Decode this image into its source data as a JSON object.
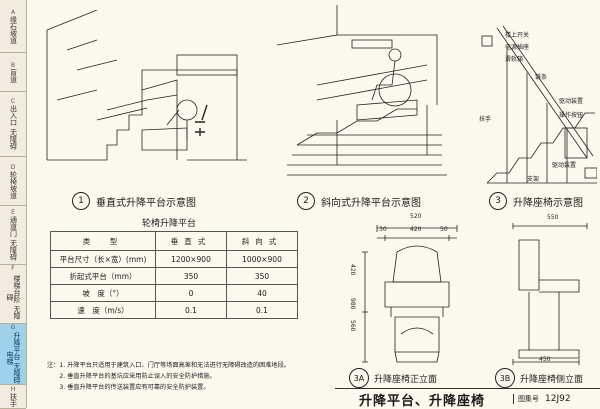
{
  "sidebar": {
    "tabs": [
      {
        "letter": "A",
        "text": "缘石坡道"
      },
      {
        "letter": "B",
        "text": "盲道"
      },
      {
        "letter": "C",
        "text": "出入口 无障碍"
      },
      {
        "letter": "D",
        "text": "轮椅坡道"
      },
      {
        "letter": "E",
        "text": "通道门 无障碍"
      },
      {
        "letter": "F",
        "text": "楼梯台阶 无障碍"
      },
      {
        "letter": "G",
        "text": "升降平台 无障碍电梯"
      },
      {
        "letter": "H",
        "text": "扶手"
      }
    ]
  },
  "figures": {
    "fig1": {
      "num": "1",
      "caption": "垂直式升降平台示意图"
    },
    "fig2": {
      "num": "2",
      "caption": "斜向式升降平台示意图"
    },
    "fig3": {
      "num": "3",
      "caption": "升降座椅示意图"
    },
    "fig3a": {
      "num": "3A",
      "caption": "升降座椅正立面"
    },
    "fig3b": {
      "num": "3B",
      "caption": "升降座椅侧立面"
    }
  },
  "fig3_labels": [
    "楼上开关",
    "电源插座",
    "滑轨箱",
    "链条",
    "驱动装置",
    "操作按钮",
    "扶手",
    "支架",
    "驱动装置"
  ],
  "dims_front": {
    "top": "520",
    "sub": [
      "30",
      "420",
      "50"
    ],
    "left": [
      "420",
      "980",
      "560"
    ]
  },
  "dims_side": {
    "top": "550",
    "bottom": "450"
  },
  "table": {
    "title": "轮椅升降平台",
    "headers": [
      "类　型",
      "垂直式",
      "斜向式"
    ],
    "rows": [
      [
        "平台尺寸（长×宽）(mm)",
        "1200×900",
        "1000×900"
      ],
      [
        "折起式平台（mm）",
        "350",
        "350"
      ],
      [
        "坡　度（°）",
        "0",
        "40"
      ],
      [
        "速　度（m/s）",
        "0.1",
        "0.1"
      ]
    ]
  },
  "notes": [
    "注：1. 升降平台只适用于建筑入口、门厅等场面高差和无法进行无障碍改造的困难地段。",
    "　　2. 垂直升降平台的基坑应采用防止误入的安全防护措施。",
    "　　3. 垂直升降平台的传送装置应有可靠的安全防护装置。"
  ],
  "title_block": {
    "title": "升降平台、升降座椅",
    "label": "图集号",
    "code": "12J92"
  }
}
